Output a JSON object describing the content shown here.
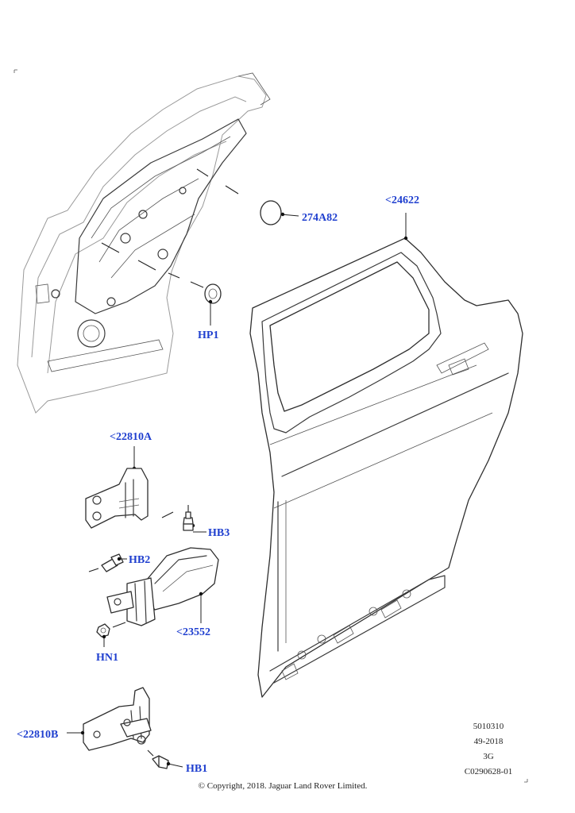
{
  "callouts": {
    "c_274A82": "274A82",
    "c_24622": "<24622",
    "c_HP1": "HP1",
    "c_22810A": "<22810A",
    "c_HB3": "HB3",
    "c_HB2": "HB2",
    "c_23552": "<23552",
    "c_HN1": "HN1",
    "c_22810B": "<22810B",
    "c_HB1": "HB1"
  },
  "reference": {
    "line1": "5010310",
    "line2": "49-2018",
    "line3": "3G",
    "line4": "C0290628-01"
  },
  "copyright": "© Copyright, 2018. Jaguar Land Rover Limited.",
  "colors": {
    "callout": "#1f3fcf",
    "line": "#2e2e2e"
  }
}
